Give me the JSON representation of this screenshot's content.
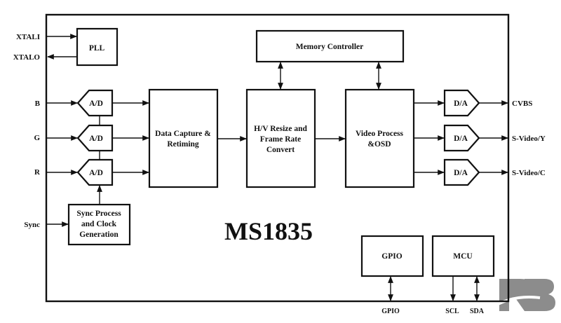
{
  "chip": {
    "name": "MS1835"
  },
  "inputs": {
    "xtali": "XTALI",
    "xtalo": "XTALO",
    "b": "B",
    "g": "G",
    "r": "R",
    "sync": "Sync"
  },
  "outputs": {
    "cvbs": "CVBS",
    "svideo_y": "S-Video/Y",
    "svideo_c": "S-Video/C",
    "gpio": "GPIO",
    "scl": "SCL",
    "sda": "SDA"
  },
  "blocks": {
    "pll": "PLL",
    "adc": "A/D",
    "sync_process": [
      "Sync Process",
      "and Clock",
      "Generation"
    ],
    "data_capture": [
      "Data Capture &",
      "Retiming"
    ],
    "resize": [
      "H/V Resize and",
      "Frame Rate",
      "Convert"
    ],
    "memory_controller": "Memory Controller",
    "video_process": [
      "Video Process",
      "&OSD"
    ],
    "dac": "D/A",
    "gpio": "GPIO",
    "mcu": "MCU"
  },
  "watermark": {
    "text": "RB",
    "color": "#8a8a8a"
  }
}
